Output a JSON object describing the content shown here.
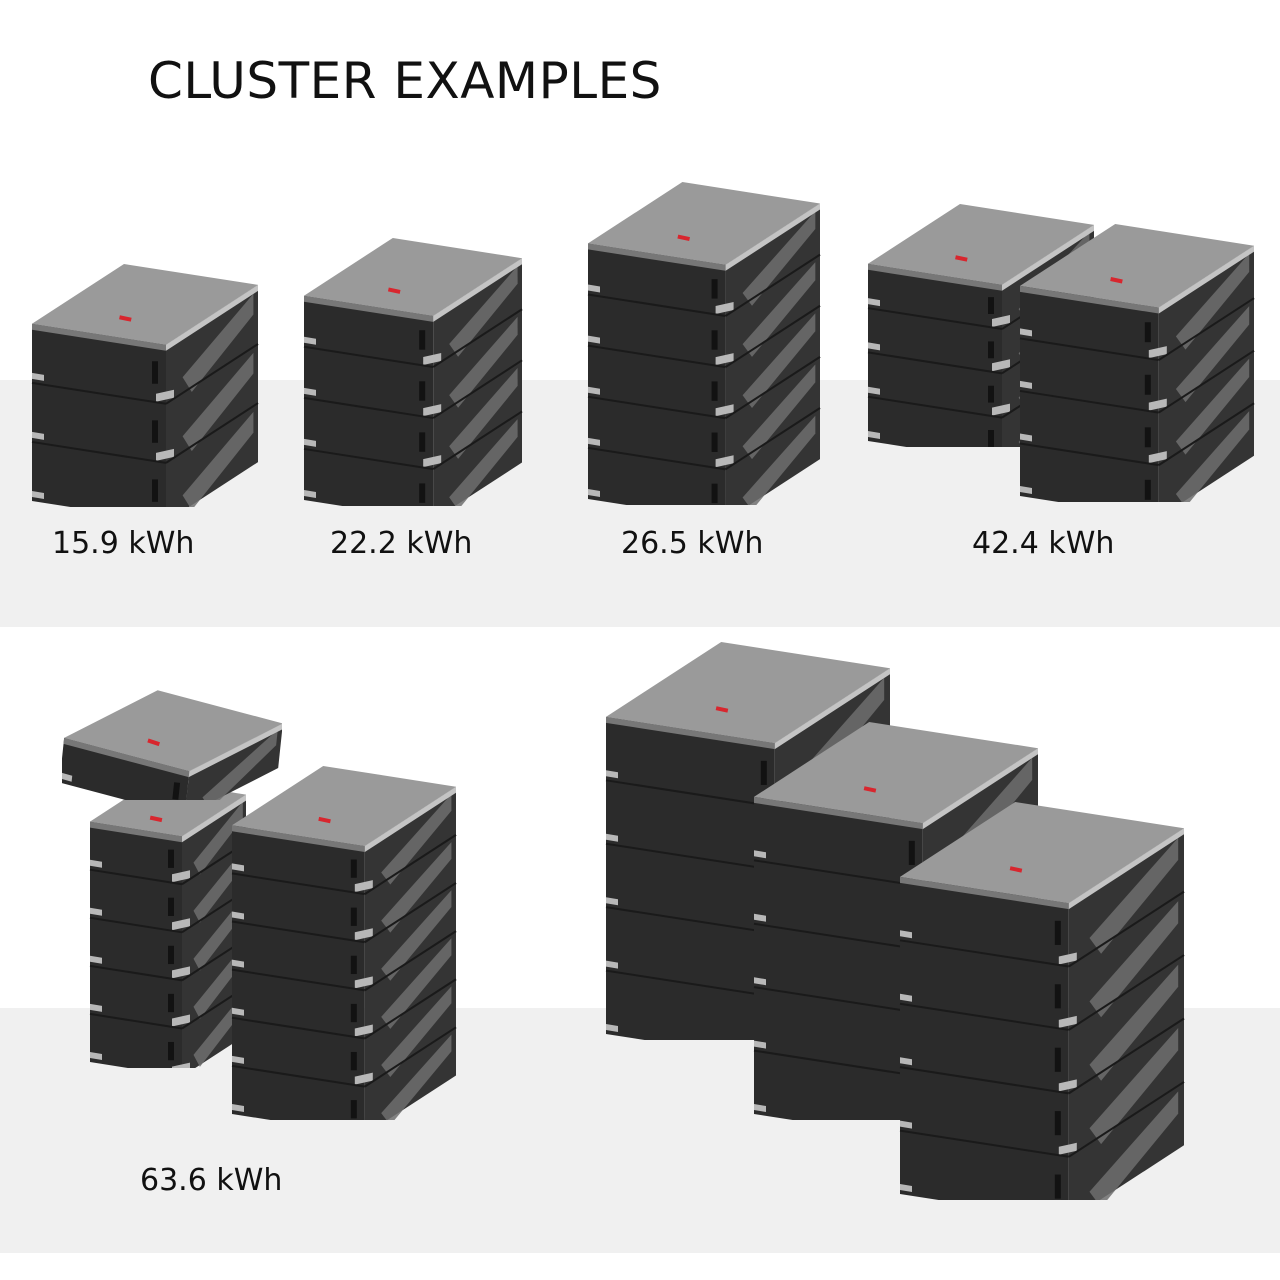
{
  "title": "CLUSTER EXAMPLES",
  "colors": {
    "band": "#f0f0f0",
    "module_body": "#2b2b2b",
    "module_top": "#9a9a9a",
    "module_trim": "#b8b8b8",
    "vent": "#6f6f6f",
    "brand_mark": "#d8262e"
  },
  "clusters": [
    {
      "capacity": "15.9 kWh"
    },
    {
      "capacity": "22.2 kWh"
    },
    {
      "capacity": "26.5 kWh"
    },
    {
      "capacity": "42.4 kWh"
    },
    {
      "capacity": "63.6 kWh"
    }
  ]
}
